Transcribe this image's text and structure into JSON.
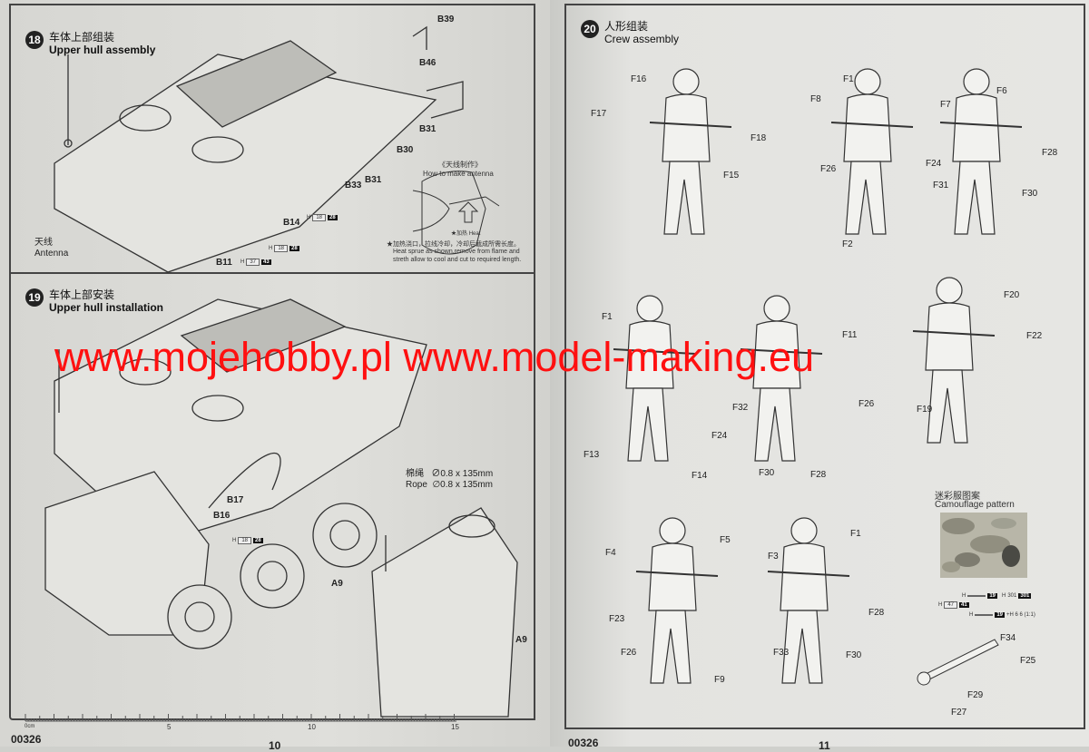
{
  "left_page": {
    "step18": {
      "number": "18",
      "title_cn": "车体上部组装",
      "title_en": "Upper hull assembly",
      "parts": [
        "B39",
        "B46",
        "B31",
        "B30",
        "B31",
        "B33",
        "B14",
        "B11"
      ],
      "antenna_cn": "天线",
      "antenna_en": "Antenna",
      "paint_codes": [
        {
          "h": "H",
          "a": "18",
          "b": "28"
        },
        {
          "h": "H",
          "a": "18",
          "b": "28"
        },
        {
          "h": "H",
          "a": "37",
          "b": "43"
        }
      ],
      "antenna_howto": {
        "title_cn": "《天线制作》",
        "title_en": "How to make antenna",
        "heat_cn": "★加热",
        "heat_en": "Heat",
        "note_cn": "★加热浇口，拉线冷却，冷却后截成所需长度。",
        "note_en_1": "Heat sprue as shown,remove from flame and",
        "note_en_2": "streth allow to cool and cut to required length."
      }
    },
    "step19": {
      "number": "19",
      "title_cn": "车体上部安装",
      "title_en": "Upper hull installation",
      "parts": [
        "B17",
        "B16",
        "A9",
        "A9"
      ],
      "paint_codes": [
        {
          "h": "H",
          "a": "18",
          "b": "28"
        }
      ],
      "rope_cn": "棉绳",
      "rope_en": "Rope",
      "rope_spec": "∅0.8 x 135mm"
    },
    "ruler": {
      "ticks": [
        "0cm",
        "5",
        "10",
        "15"
      ]
    },
    "product_code": "00326",
    "page_number": "10"
  },
  "right_page": {
    "step20": {
      "number": "20",
      "title_cn": "人形组装",
      "title_en": "Crew assembly",
      "parts": [
        "F16",
        "F17",
        "F18",
        "F15",
        "F1",
        "F8",
        "F7",
        "F6",
        "F28",
        "F26",
        "F24",
        "F31",
        "F30",
        "F2",
        "F1",
        "F11",
        "F20",
        "F22",
        "F32",
        "F26",
        "F19",
        "F24",
        "F13",
        "F14",
        "F30",
        "F28",
        "F4",
        "F5",
        "F1",
        "F3",
        "F28",
        "F23",
        "F26",
        "F33",
        "F30",
        "F9",
        "F34",
        "F25",
        "F29",
        "F27"
      ],
      "camo": {
        "title_cn": "迷彩服图案",
        "title_en": "Camouflage pattern",
        "codes": [
          {
            "h": "H",
            "a": "47",
            "b": "41"
          },
          {
            "h": "H",
            "a": "",
            "b": "19"
          },
          {
            "h": "H",
            "a": "301",
            "b": "301"
          },
          {
            "h": "H",
            "a": "",
            "b": "19",
            "extra": "+H 6 6 (1:1)"
          }
        ]
      }
    },
    "product_code": "00326",
    "page_number": "11"
  },
  "watermark": "www.mojehobby.pl www.model-making.eu"
}
